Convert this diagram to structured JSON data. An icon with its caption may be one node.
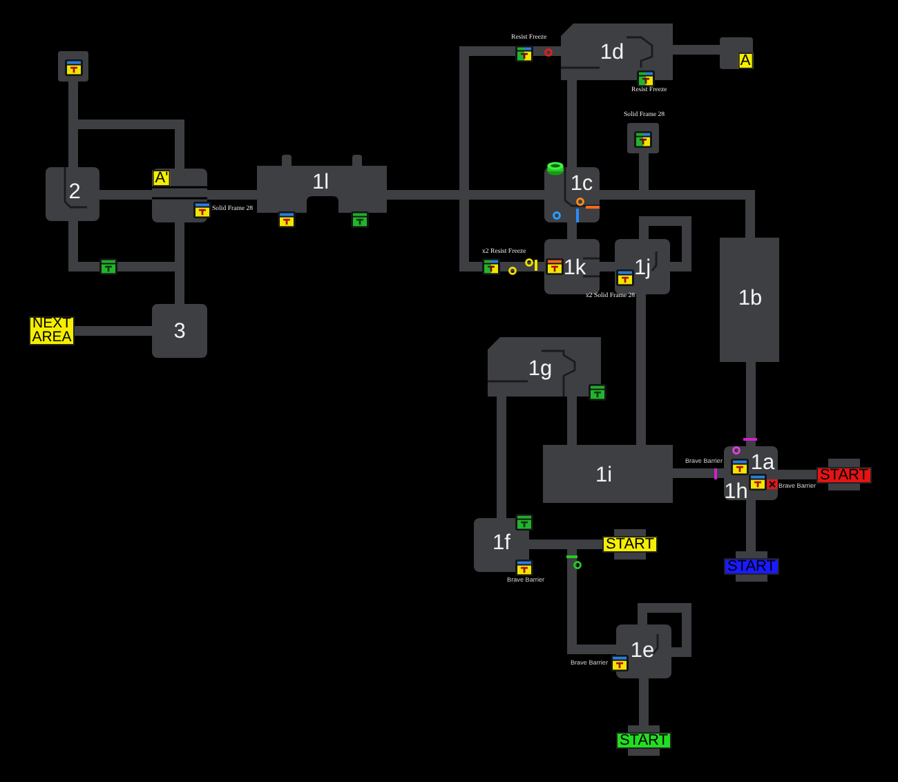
{
  "diagram": {
    "nodes": [
      {
        "text": [],
        "shape": "box"
      },
      {
        "text": [
          "1d"
        ]
      },
      {
        "text": [
          "A"
        ]
      },
      {
        "text": [],
        "shape": "box",
        "beside": [
          "Solid Frame 28"
        ]
      },
      {
        "text": [
          "2"
        ]
      },
      {
        "text": [
          "A'"
        ]
      },
      {
        "text": [
          "1l"
        ]
      },
      {
        "text": [
          "1c"
        ]
      },
      {
        "text": [
          "1k"
        ]
      },
      {
        "text": [
          "1j"
        ]
      },
      {
        "text": [
          "1b"
        ]
      },
      {
        "text": [
          "NEXT AREA"
        ]
      },
      {
        "text": [
          "3"
        ]
      },
      {
        "text": [
          "1g"
        ]
      },
      {
        "text": [
          "1i"
        ]
      },
      {
        "text": [
          "1a",
          "1h"
        ]
      },
      {
        "text": [
          "START"
        ]
      },
      {
        "text": [
          "1f"
        ]
      },
      {
        "text": [
          "START"
        ]
      },
      {
        "text": [
          "START"
        ]
      },
      {
        "text": [
          "1e"
        ]
      },
      {
        "text": [
          "START"
        ]
      }
    ],
    "edges": [
      {
        "from": 0,
        "to": 4,
        "arrow": "none"
      },
      {
        "from": 5,
        "to": null,
        "arrow": "none"
      },
      {
        "from": 1,
        "to": 2,
        "arrow": "none"
      },
      {
        "from": 3,
        "to": null,
        "arrow": "none"
      },
      {
        "from": 4,
        "to": 5,
        "arrow": "none"
      },
      {
        "from": 4,
        "to": null,
        "arrow": "none"
      },
      {
        "from": 5,
        "to": 6,
        "arrow": "none"
      },
      {
        "from": 5,
        "to": 12,
        "arrow": "none"
      },
      {
        "from": 6,
        "to": 7,
        "arrow": "none"
      },
      {
        "from": 1,
        "to": null,
        "arrow": "none"
      },
      {
        "from": 8,
        "to": null,
        "arrow": "none"
      },
      {
        "from": 7,
        "to": 1,
        "arrow": "none"
      },
      {
        "from": 7,
        "to": 8,
        "arrow": "none"
      },
      {
        "from": 7,
        "to": 10,
        "arrow": "none"
      },
      {
        "from": 8,
        "to": 9,
        "arrow": "none"
      },
      {
        "from": 9,
        "to": 9,
        "arrow": "none"
      },
      {
        "from": 9,
        "to": 14,
        "arrow": "none"
      },
      {
        "from": 10,
        "to": 15,
        "arrow": "none"
      },
      {
        "from": 12,
        "to": 11,
        "arrow": "none"
      },
      {
        "from": 13,
        "to": 14,
        "arrow": "none"
      },
      {
        "from": 13,
        "to": 17,
        "arrow": "none"
      },
      {
        "from": 14,
        "to": 15,
        "arrow": "none"
      },
      {
        "from": 15,
        "to": 16,
        "arrow": "none"
      },
      {
        "from": 15,
        "to": 19,
        "arrow": "none"
      },
      {
        "from": 17,
        "to": 18,
        "arrow": "none"
      },
      {
        "from": 20,
        "to": null,
        "arrow": "none"
      },
      {
        "from": 20,
        "to": 20,
        "arrow": "none"
      },
      {
        "from": 20,
        "to": 21,
        "arrow": "none"
      }
    ],
    "labels": [
      "Resist Freeze",
      "Resist Freeze",
      "Solid Frame 28",
      "x2 Resist Freeze",
      "x2 Solid Frame 28",
      "Brave Barrier",
      "Brave Barrier",
      "Brave Barrier",
      "Brave Barrier"
    ]
  }
}
